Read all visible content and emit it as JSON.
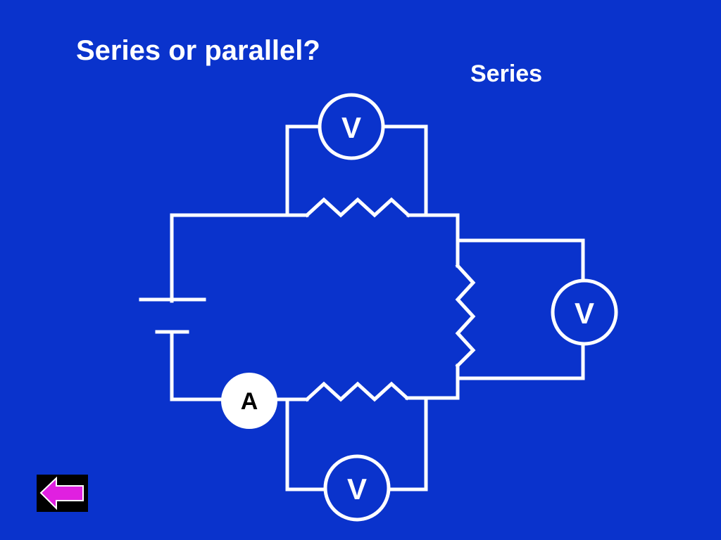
{
  "slide": {
    "question": "Series or parallel?",
    "answer": "Series"
  },
  "circuit": {
    "voltmeter_label": "V",
    "ammeter_label": "A"
  },
  "colors": {
    "background": "#0a33cc",
    "wire": "#ffffff",
    "back_arrow": "#e020e0"
  },
  "nav": {
    "back_icon": "left-arrow-icon"
  }
}
